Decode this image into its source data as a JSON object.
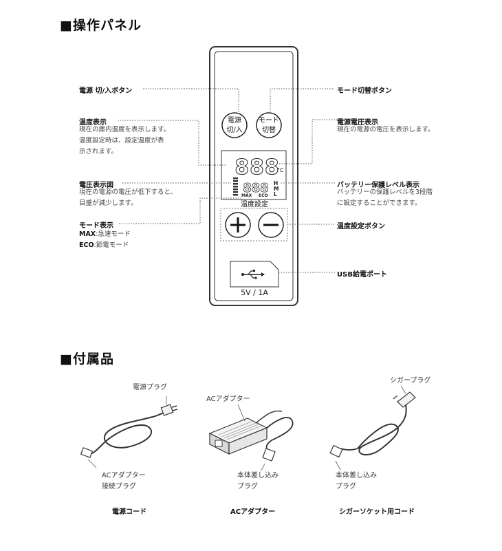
{
  "sections": {
    "panel_title": "■操作パネル",
    "accessories_title": "■付属品"
  },
  "panel": {
    "power_button": [
      "電源",
      "切/入"
    ],
    "mode_button": [
      "モード",
      "切替"
    ],
    "lcd_temp": "888",
    "lcd_unit": "°C",
    "lcd_voltage": "888",
    "lcd_levels": [
      "H",
      "M",
      "L"
    ],
    "lcd_max": "MAX",
    "lcd_eco": "ECO",
    "temp_set_label": "温度設定",
    "usb_spec": "5V / 1A"
  },
  "callouts": {
    "power": {
      "title": "電源 切/入ボタン"
    },
    "temp_display": {
      "title": "温度表示",
      "lines": [
        "現在の庫内温度を表示します。",
        "温度設定時は、設定温度が表",
        "示されます。"
      ]
    },
    "voltage_gauge": {
      "title": "電圧表示図",
      "lines": [
        "現在の電源の電圧が低下すると、",
        "目盛が減少します。"
      ]
    },
    "mode_display": {
      "title": "モード表示",
      "max_key": "MAX",
      "max_val": ":急速モード",
      "eco_key": "ECO",
      "eco_val": ":節電モード"
    },
    "mode_switch": {
      "title": "モード切替ボタン"
    },
    "voltage_display": {
      "title": "電源電圧表示",
      "lines": [
        "現在の電源の電圧を表示します。"
      ]
    },
    "battery_level": {
      "title": "バッテリー保護レベル表示",
      "lines": [
        "バッテリーの保護レベルを3段階",
        "に設定することができます。"
      ]
    },
    "temp_buttons": {
      "title": "温度設定ボタン"
    },
    "usb_port": {
      "title": "USB給電ポート"
    }
  },
  "accessories": {
    "power_cord": {
      "name": "電源コード",
      "plug_label": "電源プラグ",
      "connector_label": [
        "ACアダプター",
        "接続プラグ"
      ]
    },
    "ac_adapter": {
      "name": "ACアダプター",
      "label": "ACアダプター",
      "plug_label": [
        "本体差し込み",
        "プラグ"
      ]
    },
    "cigar_cord": {
      "name": "シガーソケット用コード",
      "plug_label": "シガープラグ",
      "body_plug_label": [
        "本体差し込み",
        "プラグ"
      ]
    }
  }
}
